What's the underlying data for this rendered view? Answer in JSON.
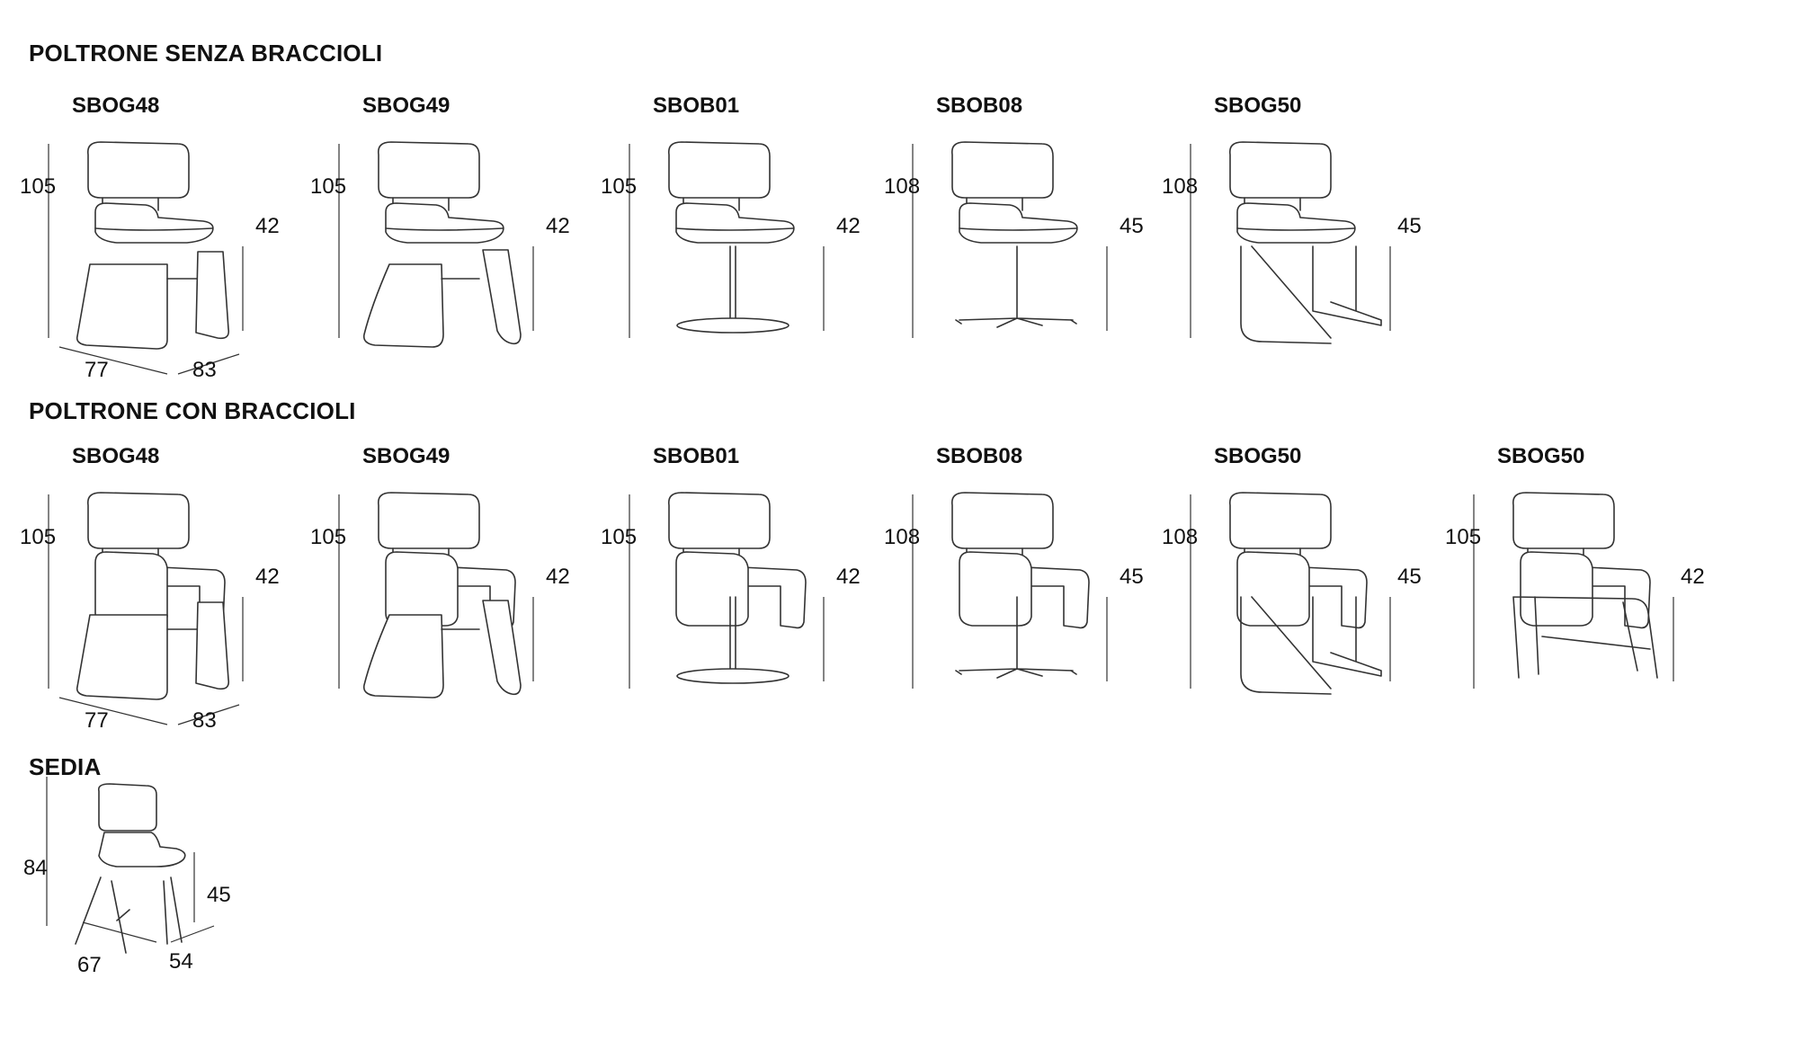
{
  "sections": [
    {
      "title": "POLTRONE SENZA BRACCIOLI",
      "items": [
        {
          "code": "SBOG48",
          "height": "105",
          "seat": "42",
          "width": "77",
          "depth": "83"
        },
        {
          "code": "SBOG49",
          "height": "105",
          "seat": "42"
        },
        {
          "code": "SBOB01",
          "height": "105",
          "seat": "42"
        },
        {
          "code": "SBOB08",
          "height": "108",
          "seat": "45"
        },
        {
          "code": "SBOG50",
          "height": "108",
          "seat": "45"
        }
      ]
    },
    {
      "title": "POLTRONE CON BRACCIOLI",
      "items": [
        {
          "code": "SBOG48",
          "height": "105",
          "seat": "42",
          "width": "77",
          "depth": "83"
        },
        {
          "code": "SBOG49",
          "height": "105",
          "seat": "42"
        },
        {
          "code": "SBOB01",
          "height": "105",
          "seat": "42"
        },
        {
          "code": "SBOB08",
          "height": "108",
          "seat": "45"
        },
        {
          "code": "SBOG50",
          "height": "108",
          "seat": "45"
        },
        {
          "code": "SBOG50",
          "height": "105",
          "seat": "42"
        }
      ]
    },
    {
      "title": "SEDIA",
      "items": [
        {
          "code": "",
          "height": "84",
          "seat": "45",
          "width": "67",
          "depth": "54"
        }
      ]
    }
  ]
}
